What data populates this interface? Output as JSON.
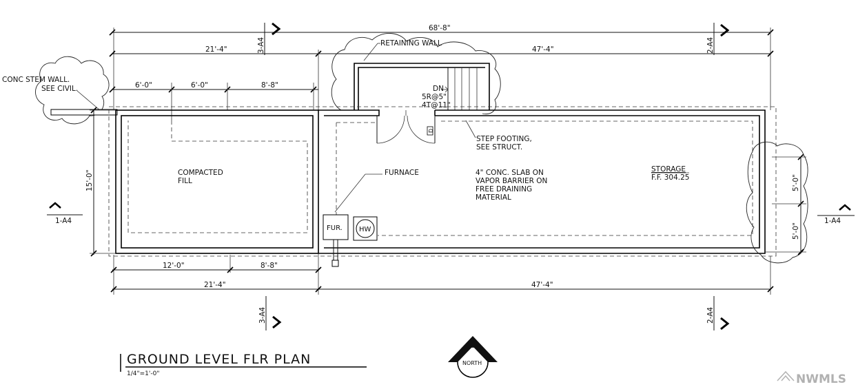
{
  "dimensions": {
    "overall": "68'-8\"",
    "top_left": "21'-4\"",
    "top_right": "47'-4\"",
    "inner_1": "6'-0\"",
    "inner_2": "6'-0\"",
    "inner_3": "8'-8\"",
    "bottom_1": "12'-0\"",
    "bottom_2": "8'-8\"",
    "bottom_left": "21'-4\"",
    "bottom_right": "47'-4\"",
    "left_height": "15'-0\"",
    "right_upper": "5'-0\"",
    "right_lower": "5'-0\""
  },
  "section_marks": {
    "top_left": "3-A4",
    "top_right": "2-A4",
    "bottom_left": "3-A4",
    "bottom_right": "2-A4",
    "left": "1-A4",
    "right": "1-A4"
  },
  "notes": {
    "stem_wall_1": "CONC STEM WALL.",
    "stem_wall_2": "SEE CIVIL.",
    "retaining_wall": "RETAINING WALL",
    "stair_dn": "DN",
    "stair_risers": "5R@5\"",
    "stair_treads": "4T@11\"",
    "step_footing_1": "STEP FOOTING,",
    "step_footing_2": "SEE STRUCT.",
    "fill_1": "COMPACTED",
    "fill_2": "FILL",
    "furnace": "FURNACE",
    "slab_1": "4\" CONC. SLAB ON",
    "slab_2": "VAPOR BARRIER ON",
    "slab_3": "FREE DRAINING",
    "slab_4": "MATERIAL",
    "room_name": "STORAGE",
    "floor_elev": "F.F. 304.25",
    "furnace_tag": "FUR.",
    "water_heater_tag": "HW",
    "door_mark": "D"
  },
  "title": {
    "main": "GROUND LEVEL FLR PLAN",
    "scale": "1/4\"=1'-0\""
  },
  "north": "NORTH",
  "watermark": "NWMLS"
}
